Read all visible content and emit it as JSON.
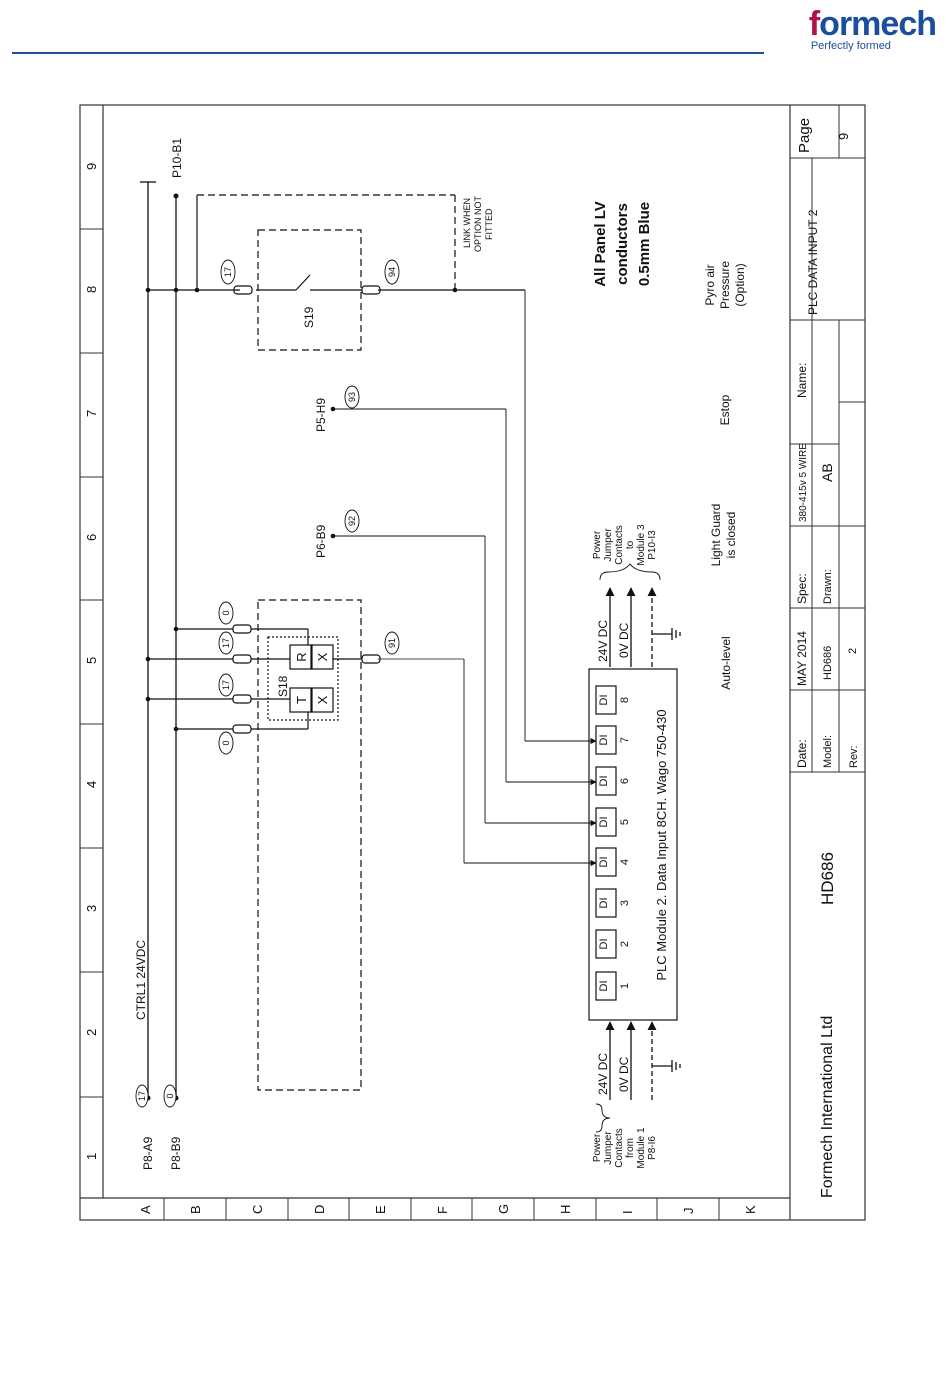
{
  "header": {
    "logo_first": "f",
    "logo_rest": "ormech",
    "tagline": "Perfectly formed",
    "brand_colors": {
      "logo_magenta": "#b0124e",
      "logo_blue": "#1b4f9c",
      "rule": "#1b4f9c"
    }
  },
  "grid": {
    "columns": [
      "1",
      "2",
      "3",
      "4",
      "5",
      "6",
      "7",
      "8",
      "9"
    ],
    "rows": [
      "A",
      "B",
      "C",
      "D",
      "E",
      "F",
      "G",
      "H",
      "I",
      "J",
      "K"
    ]
  },
  "title_block": {
    "company": "Formech International Ltd",
    "model_big": "HD686",
    "date_label": "Date:",
    "date_value": "MAY 2014",
    "spec_label": "Spec:",
    "spec_value": "380-415v 5 WIRE",
    "name_label": "Name:",
    "name_value": "PLC DATA INPUT 2",
    "page_label": "Page",
    "page_value": "9",
    "model_label": "Model:",
    "model_value": "HD686",
    "drawn_label": "Drawn:",
    "drawn_value": "AB",
    "rev_label": "Rev:",
    "rev_value": "2"
  },
  "schematic": {
    "rail_label": "CTRL1 24VDC",
    "ref_p8_a9": "P8-A9",
    "ref_p8_b9": "P8-B9",
    "ref_p10_b1": "P10-B1",
    "ref_p5_h9": "P5-H9",
    "ref_p6_b9": "P6-B9",
    "wire_17": "17",
    "wire_0": "0",
    "wire_91": "91",
    "wire_92": "92",
    "wire_93": "93",
    "wire_94": "94",
    "s18_label": "S18",
    "s18_t": "T",
    "s18_r": "R",
    "s18_x": "X",
    "s19_label": "S19",
    "link_note": [
      "LINK WHEN",
      "OPTION NOT",
      "FITTED"
    ],
    "all_panel_note": [
      "All Panel LV",
      "conductors",
      "0.5mm Blue"
    ],
    "pyro_note": [
      "Pyro air",
      "Pressure",
      "(Option)"
    ],
    "estop_note": "Estop",
    "light_guard_note": [
      "Light Guard",
      "is closed"
    ],
    "auto_level_note": "Auto-level",
    "power_out_note": [
      "Power",
      "Jumper",
      "Contacts",
      "to",
      "Module 3",
      "P10-I3"
    ],
    "power_in_note": [
      "Power",
      "Jumper",
      "Contacts",
      "from",
      "Module 1",
      "P8-I6"
    ],
    "v24_label": "24V DC",
    "v0_label": "0V DC",
    "plc_module_label": "PLC Module 2.  Data Input 8CH.  Wago 750-430",
    "di_top": "DI",
    "di_numbers": [
      "1",
      "2",
      "3",
      "4",
      "5",
      "6",
      "7",
      "8"
    ]
  }
}
